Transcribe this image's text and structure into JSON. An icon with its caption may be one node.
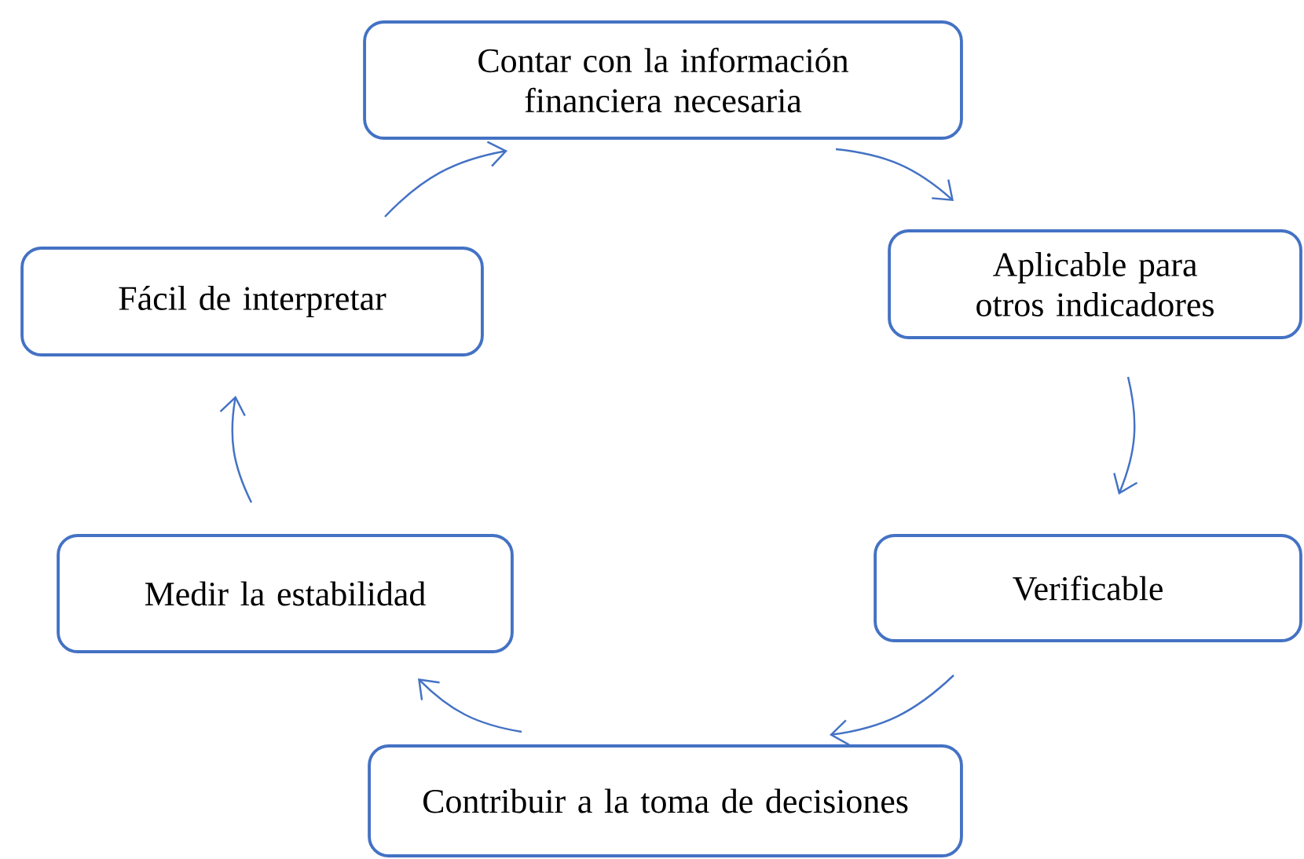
{
  "diagram": {
    "nodes": [
      {
        "text": [
          "Contar con la información financiera necesaria"
        ]
      },
      {
        "text": [
          "Aplicable para otros indicadores"
        ]
      },
      {
        "text": [
          "Verificable"
        ]
      },
      {
        "text": [
          "Contribuir a la toma de decisiones"
        ]
      },
      {
        "text": [
          "Medir la estabilidad"
        ]
      },
      {
        "text": [
          "Fácil de interpretar"
        ]
      }
    ],
    "edges": [
      {
        "from": 0,
        "to": 1,
        "arrow": "to"
      },
      {
        "from": 1,
        "to": 2,
        "arrow": "to"
      },
      {
        "from": 2,
        "to": 3,
        "arrow": "to"
      },
      {
        "from": 3,
        "to": 4,
        "arrow": "to"
      },
      {
        "from": 4,
        "to": 5,
        "arrow": "to"
      },
      {
        "from": 5,
        "to": 0,
        "arrow": "to"
      }
    ]
  }
}
